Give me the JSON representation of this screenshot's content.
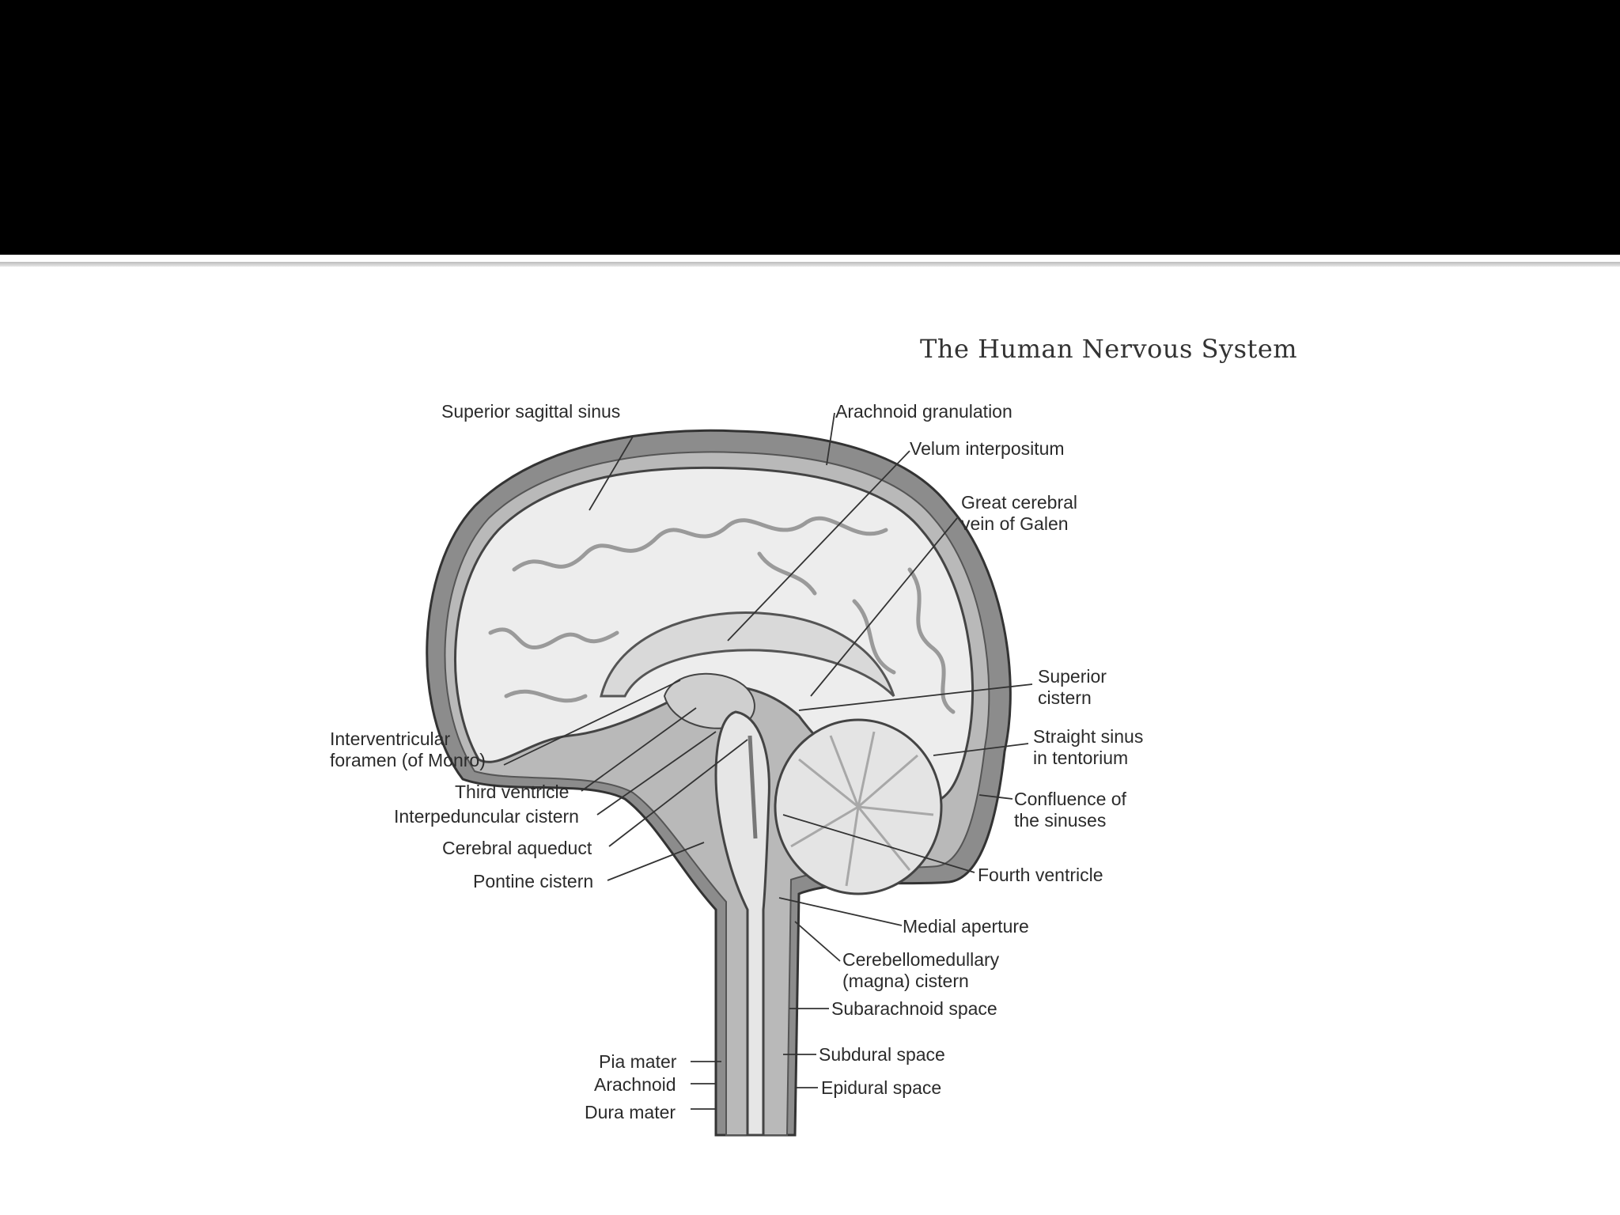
{
  "slide": {
    "figure_title": "The Human Nervous System"
  },
  "labels": {
    "superior_sagittal_sinus": "Superior sagittal sinus",
    "arachnoid_granulation": "Arachnoid granulation",
    "velum_interpositum": "Velum interpositum",
    "great_cerebral_vein": [
      "Great cerebral",
      "vein of Galen"
    ],
    "superior_cistern": [
      "Superior",
      "cistern"
    ],
    "straight_sinus": [
      "Straight sinus",
      "in tentorium"
    ],
    "confluence_sinuses": [
      "Confluence of",
      "the sinuses"
    ],
    "fourth_ventricle": "Fourth ventricle",
    "medial_aperture": "Medial aperture",
    "cerebellomedullary_cistern": [
      "Cerebellomedullary",
      "(magna) cistern"
    ],
    "subarachnoid_space": "Subarachnoid space",
    "subdural_space": "Subdural space",
    "epidural_space": "Epidural space",
    "interventricular_foramen": [
      "Interventricular",
      "foramen (of Monro)"
    ],
    "third_ventricle": "Third ventricle",
    "interpeduncular_cistern": "Interpeduncular cistern",
    "cerebral_aqueduct": "Cerebral aqueduct",
    "pontine_cistern": "Pontine cistern",
    "pia_mater": "Pia mater",
    "arachnoid": "Arachnoid",
    "dura_mater": "Dura mater"
  },
  "colors": {
    "header": "#000000",
    "ink": "#2b2b2b",
    "csf": "#8c8c8c",
    "tissue": "#ededed"
  }
}
